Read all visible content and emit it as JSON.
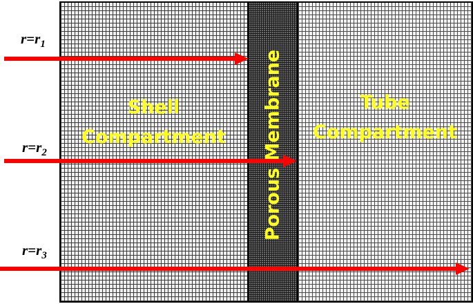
{
  "regions": {
    "shell": {
      "line1": "Shell",
      "line2": "Compartment"
    },
    "membrane": {
      "label": "Porous Membrane"
    },
    "tube": {
      "line1": "Tube",
      "line2": "Compartment"
    }
  },
  "radii": [
    {
      "prefix": "r=r",
      "sub": "1"
    },
    {
      "prefix": "r=r",
      "sub": "2"
    },
    {
      "prefix": "r=r",
      "sub": "3"
    }
  ],
  "colors": {
    "label": "#ffff1e",
    "arrow": "#ff0000"
  }
}
